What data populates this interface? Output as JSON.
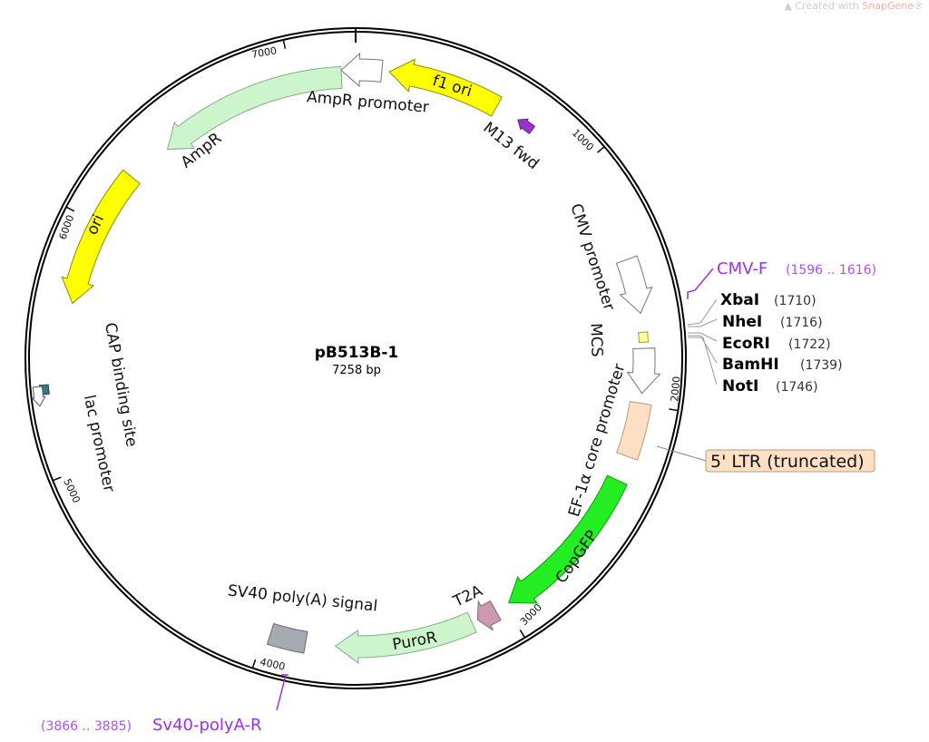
{
  "plasmid": {
    "name": "pB513B-1",
    "length_label": "7258 bp",
    "length": 7258
  },
  "watermark": {
    "prefix": "Created with ",
    "brand": "SnapGene",
    "mark": "®"
  },
  "ticks": [
    "1000",
    "2000",
    "3000",
    "4000",
    "5000",
    "6000",
    "7000"
  ],
  "features": [
    {
      "id": "f1-ori",
      "label": "f1 ori",
      "start": 135,
      "end": 590,
      "dir": -1,
      "color": "#ffff00",
      "stroke": "#8a8a00"
    },
    {
      "id": "ampr-promoter",
      "label": "AmpR promoter",
      "start": 7200,
      "end": 105,
      "dir": -1,
      "color": "#ffffff",
      "stroke": "#777777"
    },
    {
      "id": "ampr",
      "label": "AmpR",
      "start": 6411,
      "end": 7200,
      "dir": -1,
      "color": "#ccf5cc",
      "stroke": "#88aa88"
    },
    {
      "id": "ori",
      "label": "ori",
      "start": 5665,
      "end": 6230,
      "dir": -1,
      "color": "#ffff00",
      "stroke": "#8a8a00"
    },
    {
      "id": "m13-fwd",
      "label": "M13 fwd",
      "start": 690,
      "end": 760,
      "dir": -1,
      "color": "#9933cc",
      "stroke": "#6a1f99",
      "thin": true
    },
    {
      "id": "cmv-promoter",
      "label": "CMV promoter",
      "start": 1411,
      "end": 1633,
      "dir": 1,
      "color": "#ffffff",
      "stroke": "#777777"
    },
    {
      "id": "mcs",
      "label": "MCS",
      "start": 1710,
      "end": 1750,
      "dir": 0,
      "color": "#ffff99",
      "stroke": "#999944",
      "thin": true
    },
    {
      "id": "ef1a-core-promoter",
      "label": "EF-1α core promoter",
      "start": 1775,
      "end": 1955,
      "dir": 1,
      "color": "#ffffff",
      "stroke": "#777777"
    },
    {
      "id": "5-ltr-truncated",
      "label": "5' LTR (truncated)",
      "start": 1995,
      "end": 2215,
      "dir": 0,
      "color": "#fde0c3",
      "stroke": "#b89a78"
    },
    {
      "id": "copgfp",
      "label": "CopGFP",
      "start": 2318,
      "end": 2983,
      "dir": 1,
      "color": "#22ee22",
      "stroke": "#119911"
    },
    {
      "id": "t2a",
      "label": "T2A",
      "start": 3044,
      "end": 3125,
      "dir": 1,
      "color": "#cc99b2",
      "stroke": "#886677"
    },
    {
      "id": "puror",
      "label": "PuroR",
      "start": 3150,
      "end": 3710,
      "dir": 1,
      "color": "#ccf5cc",
      "stroke": "#88aa88"
    },
    {
      "id": "sv40-polya-signal",
      "label": "SV40 poly(A) signal",
      "start": 3830,
      "end": 3975,
      "dir": 0,
      "color": "#a6abb3",
      "stroke": "#666a70"
    },
    {
      "id": "cap-binding-site",
      "label": "CAP binding site",
      "start": 5310,
      "end": 5345,
      "dir": 0,
      "color": "#337788",
      "stroke": "#224455",
      "thin": true
    },
    {
      "id": "lac-promoter",
      "label": "lac promoter",
      "start": 5270,
      "end": 5340,
      "dir": -1,
      "color": "#ffffff",
      "stroke": "#555555",
      "thin": true
    }
  ],
  "sites": [
    {
      "name": "XbaI",
      "pos": "(1710)"
    },
    {
      "name": "NheI",
      "pos": "(1716)"
    },
    {
      "name": "EcoRI",
      "pos": "(1722)"
    },
    {
      "name": "BamHI",
      "pos": "(1739)"
    },
    {
      "name": "NotI",
      "pos": "(1746)"
    }
  ],
  "primers": [
    {
      "name": "CMV-F",
      "range": "(1596 .. 1616)"
    },
    {
      "name": "Sv40-polyA-R",
      "range": "(3866 .. 3885)"
    }
  ]
}
